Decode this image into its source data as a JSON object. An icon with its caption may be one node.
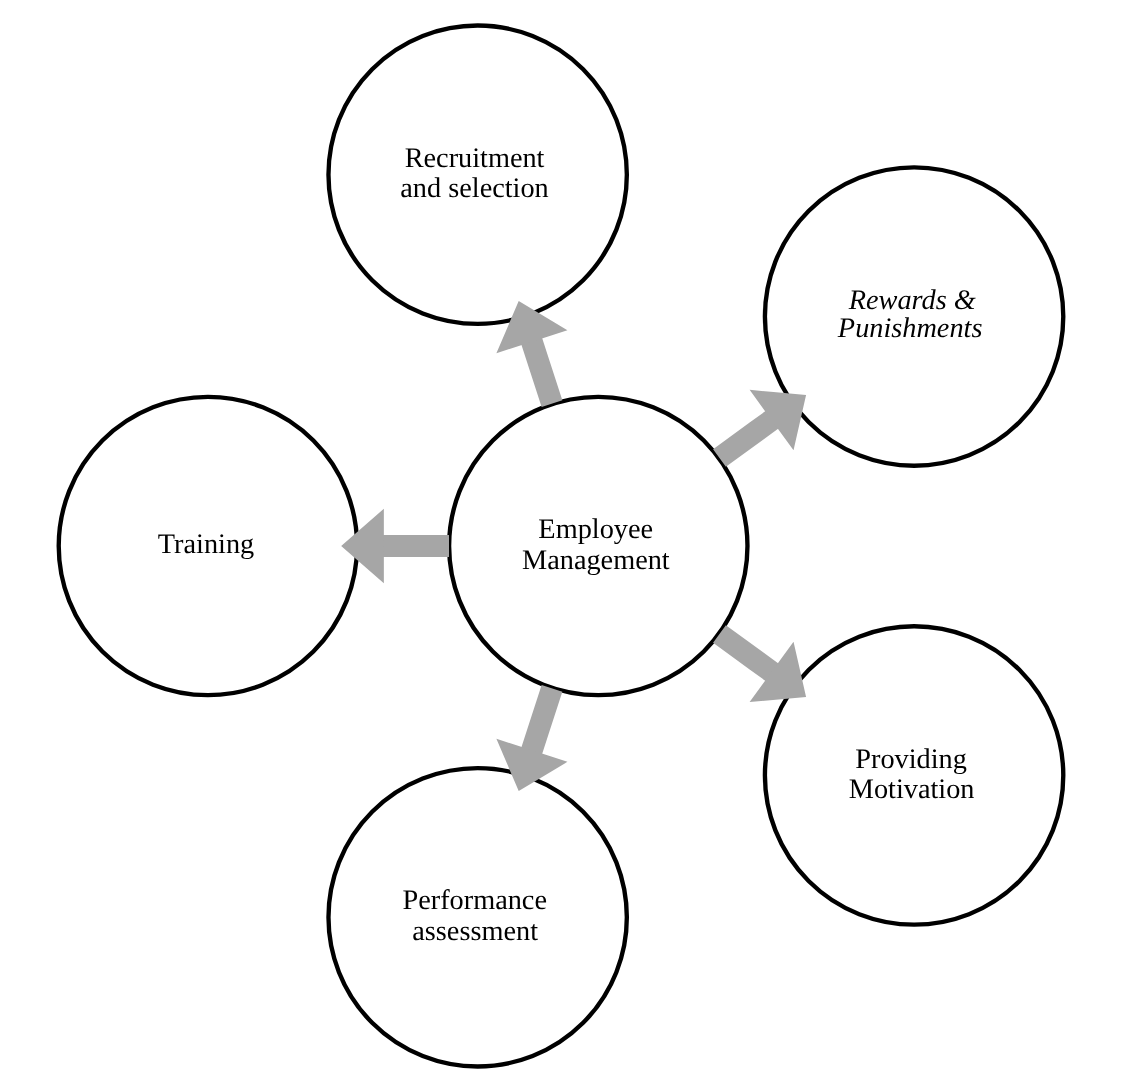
{
  "diagram": {
    "nodes": [
      {
        "text": [
          "Employee Management"
        ]
      },
      {
        "text": [
          "Recruitment and selection"
        ]
      },
      {
        "text": [
          "Rewards & Punishments"
        ]
      },
      {
        "text": [
          "Providing Motivation"
        ]
      },
      {
        "text": [
          "Performance assessment"
        ]
      },
      {
        "text": [
          "Training"
        ]
      }
    ],
    "edges": [
      {
        "from": 0,
        "to": 1,
        "arrow": "to"
      },
      {
        "from": 0,
        "to": 2,
        "arrow": "to"
      },
      {
        "from": 0,
        "to": 3,
        "arrow": "to"
      },
      {
        "from": 0,
        "to": 4,
        "arrow": "to"
      },
      {
        "from": 0,
        "to": 5,
        "arrow": "to"
      }
    ]
  }
}
